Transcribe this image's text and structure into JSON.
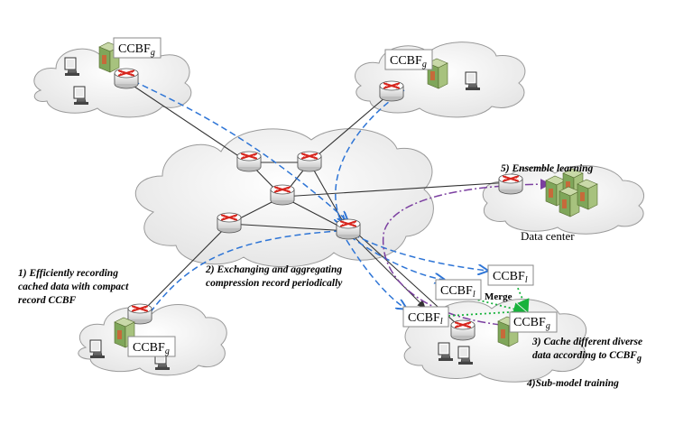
{
  "labels": {
    "ccbf_base": "CCBF",
    "sub_g": "g",
    "sub_l": "l",
    "merge": "Merge",
    "data_center": "Data center"
  },
  "annotations": {
    "step1_line1": "1)  Efficiently  recording",
    "step1_line2": "cached data with compact",
    "step1_line3": "record CCBF",
    "step2_line1": "2) Exchanging and aggregating",
    "step2_line2": "compression record periodically",
    "step3_line1": "3) Cache different diverse",
    "step3_line2_prefix": "data according to CCBF",
    "step3_line2_sub": "g",
    "step4": "4)Sub-model training",
    "step5": "5) Ensemble learning"
  },
  "colors": {
    "dashed_blue": "#2e75d6",
    "dashdot_purple": "#7b3fa0",
    "dotted_green": "#18b23c",
    "router_red": "#d7261e",
    "server_green": "#7fa65a",
    "cloud_fill": "#f2f2f2",
    "cloud_stroke": "#9a9a9a"
  }
}
